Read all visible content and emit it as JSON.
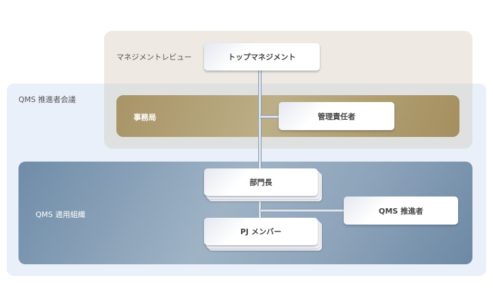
{
  "panels": {
    "council_label": "QMS 推進者会議",
    "review_label": "マネジメントレビュー",
    "secretariat_label": "事務局",
    "org_label": "QMS 適用組織"
  },
  "nodes": {
    "top_management": "トップマネジメント",
    "management_rep": "管理責任者",
    "department_head": "部門長",
    "pj_member": "PJ メンバー",
    "qms_promoter": "QMS 推進者"
  },
  "colors": {
    "review_bg": "#eeeae3",
    "council_bg": "#e9f0f9",
    "secretariat_gold": "#a89466",
    "org_blue": "#6f8ca8"
  }
}
